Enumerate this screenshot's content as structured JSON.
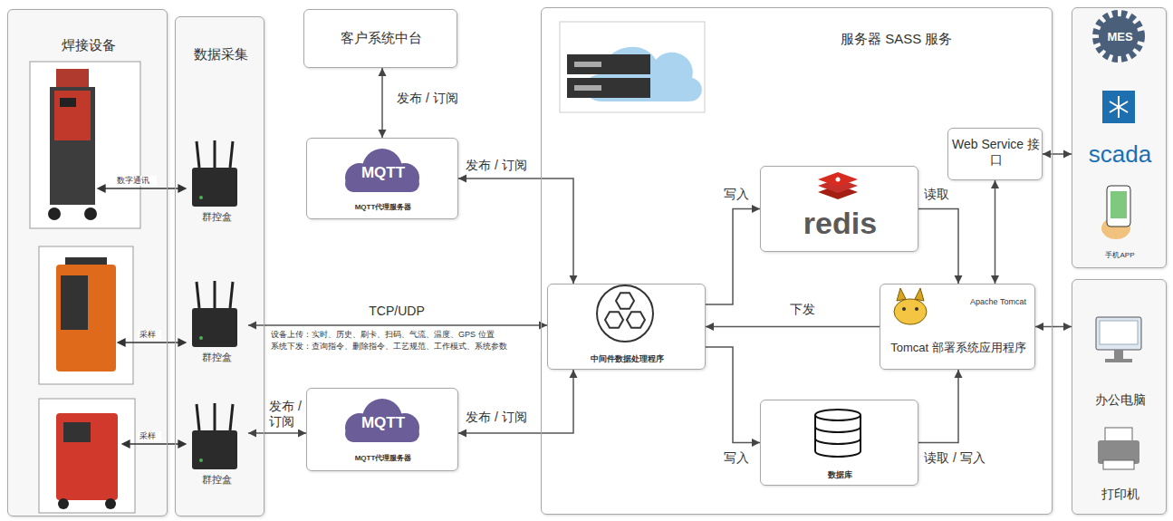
{
  "diagram": {
    "nodes": [
      {
        "text": [
          "焊接设备"
        ]
      },
      {
        "text": [
          "数据采集"
        ]
      },
      {
        "text": [
          "群控盒"
        ],
        "in": 1
      },
      {
        "text": [
          "群控盒"
        ],
        "in": 1
      },
      {
        "text": [
          "群控盒"
        ],
        "in": 1
      },
      {
        "text": [
          "客户系统中台"
        ]
      },
      {
        "text": [
          "MQTT",
          "MQTT代理服务器"
        ]
      },
      {
        "text": [
          "MQTT",
          "MQTT代理服务器"
        ]
      },
      {
        "text": [
          "服务器 SASS 服务"
        ]
      },
      {
        "text": [
          "中间件数据处理程序"
        ],
        "in": 8
      },
      {
        "text": [
          "redis"
        ],
        "in": 8
      },
      {
        "text": [
          "Web Service 接口"
        ],
        "in": 8
      },
      {
        "text": [
          "Apache Tomcat",
          "Tomcat 部署系统应用程序"
        ],
        "in": 8
      },
      {
        "text": [
          "数据库"
        ],
        "in": 8
      },
      {
        "text": [
          "MES",
          "scada",
          "手机APP"
        ]
      },
      {
        "text": [
          "办公电脑",
          "打印机"
        ]
      }
    ],
    "edges": [
      {
        "from": 5,
        "to": 6,
        "arrow": "both",
        "label": "发布 / 订阅"
      },
      {
        "from": 6,
        "to": 9,
        "arrow": "both",
        "label": "发布 / 订阅"
      },
      {
        "from": 3,
        "to": 9,
        "arrow": "both",
        "label": "TCP/UDP"
      },
      {
        "from": 4,
        "to": 7,
        "arrow": "both",
        "label": "发布 / 订阅"
      },
      {
        "from": 7,
        "to": 9,
        "arrow": "both",
        "label": "发布 / 订阅"
      },
      {
        "from": 9,
        "to": 10,
        "arrow": "to",
        "label": "写入"
      },
      {
        "from": 10,
        "to": 12,
        "arrow": "to",
        "label": "读取"
      },
      {
        "from": 12,
        "to": 9,
        "arrow": "to",
        "label": "下发"
      },
      {
        "from": 9,
        "to": 13,
        "arrow": "to",
        "label": "写入"
      },
      {
        "from": 13,
        "to": 12,
        "arrow": "to",
        "label": "读取 / 写入"
      },
      {
        "from": 11,
        "to": 12,
        "arrow": "both"
      },
      {
        "from": 11,
        "to": 14,
        "arrow": "both"
      },
      {
        "from": 12,
        "to": 15,
        "arrow": "both"
      }
    ],
    "labels": [
      "数字通讯",
      "采样",
      "采样",
      "设备上传：实时、历史、刷卡、扫码、气流、温度、GPS 位置",
      "系统下发：查询指令、删除指令、工艺规范、工作模式、系统参数"
    ]
  }
}
